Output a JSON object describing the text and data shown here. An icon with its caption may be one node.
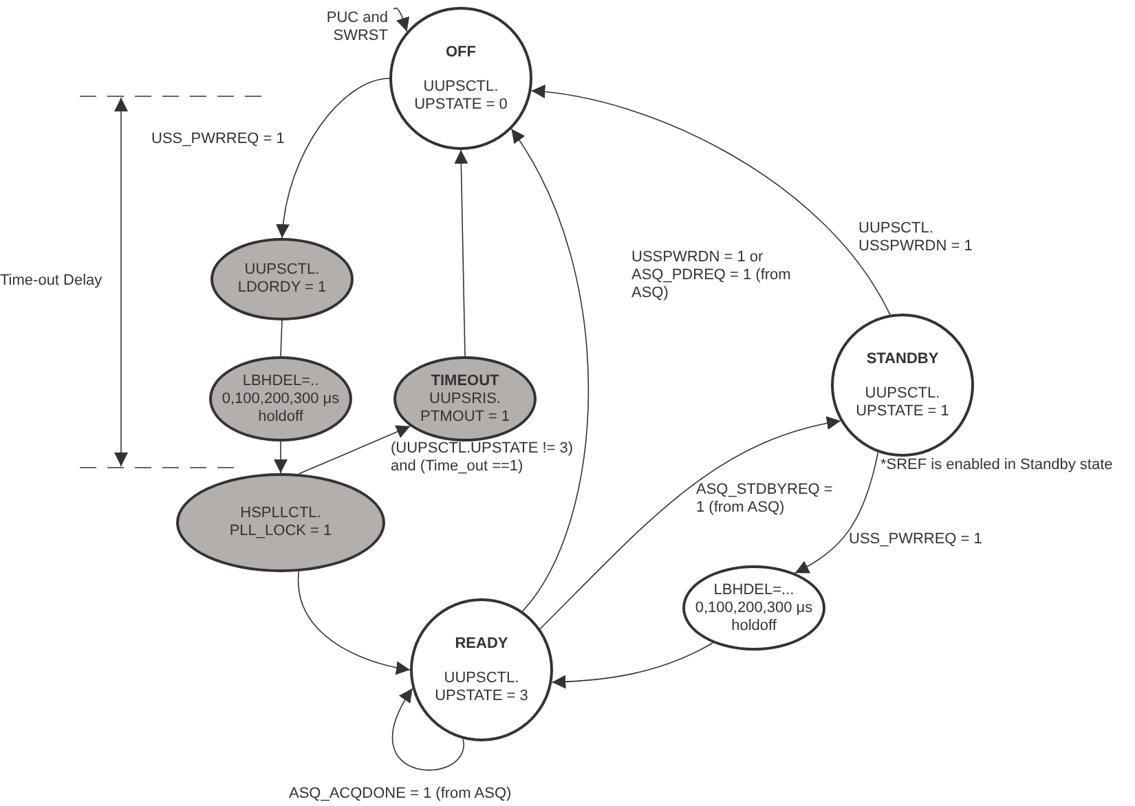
{
  "diagram": {
    "nodes": [
      {
        "text": [
          "PUC and SWRST"
        ]
      },
      {
        "text": [
          "OFF",
          "UUPSCTL. UPSTATE = 0"
        ]
      },
      {
        "text": [
          "UUPSCTL. LDORDY = 1"
        ]
      },
      {
        "text": [
          "LBHDEL=.. 0,100,200,300 μs holdoff"
        ]
      },
      {
        "text": [
          "TIMEOUT",
          "UUPSRIS. PTMOUT = 1"
        ]
      },
      {
        "text": [
          "HSPLLCTL. PLL_LOCK = 1"
        ]
      },
      {
        "text": [
          "READY",
          "UUPSCTL. UPSTATE = 3"
        ]
      },
      {
        "text": [
          "STANDBY",
          "UUPSCTL. UPSTATE = 1"
        ]
      },
      {
        "text": [
          "LBHDEL=... 0,100,200,300 μs holdoff"
        ]
      }
    ],
    "edges": [
      {
        "from": 0,
        "to": 1,
        "arrow": "to"
      },
      {
        "from": 1,
        "to": 2,
        "arrow": "to",
        "label": "USS_PWRREQ = 1"
      },
      {
        "from": 2,
        "to": 3,
        "arrow": "none"
      },
      {
        "from": 3,
        "to": 5,
        "arrow": "to"
      },
      {
        "from": 5,
        "to": 4,
        "arrow": "to",
        "label": "(UUPSCTL.UPSTATE != 3) and (Time_out ==1)"
      },
      {
        "from": 4,
        "to": 1,
        "arrow": "to"
      },
      {
        "from": 5,
        "to": 6,
        "arrow": "to"
      },
      {
        "from": 6,
        "to": 6,
        "arrow": "to",
        "label": "ASQ_ACQDONE = 1 (from ASQ)"
      },
      {
        "from": 6,
        "to": 1,
        "arrow": "to",
        "label": "USSPWRDN = 1 or ASQ_PDREQ = 1 (from ASQ)"
      },
      {
        "from": 6,
        "to": 7,
        "arrow": "to",
        "label": "ASQ_STDBYREQ = 1 (from ASQ)"
      },
      {
        "from": 7,
        "to": 1,
        "arrow": "to",
        "label": "UUPSCTL. USSPWRDN = 1"
      },
      {
        "from": 7,
        "to": 8,
        "arrow": "to",
        "label": "USS_PWRREQ = 1"
      },
      {
        "from": 8,
        "to": 6,
        "arrow": "to"
      }
    ],
    "labels": [
      "Time-out Delay",
      "*SREF is enabled in Standby state"
    ]
  }
}
